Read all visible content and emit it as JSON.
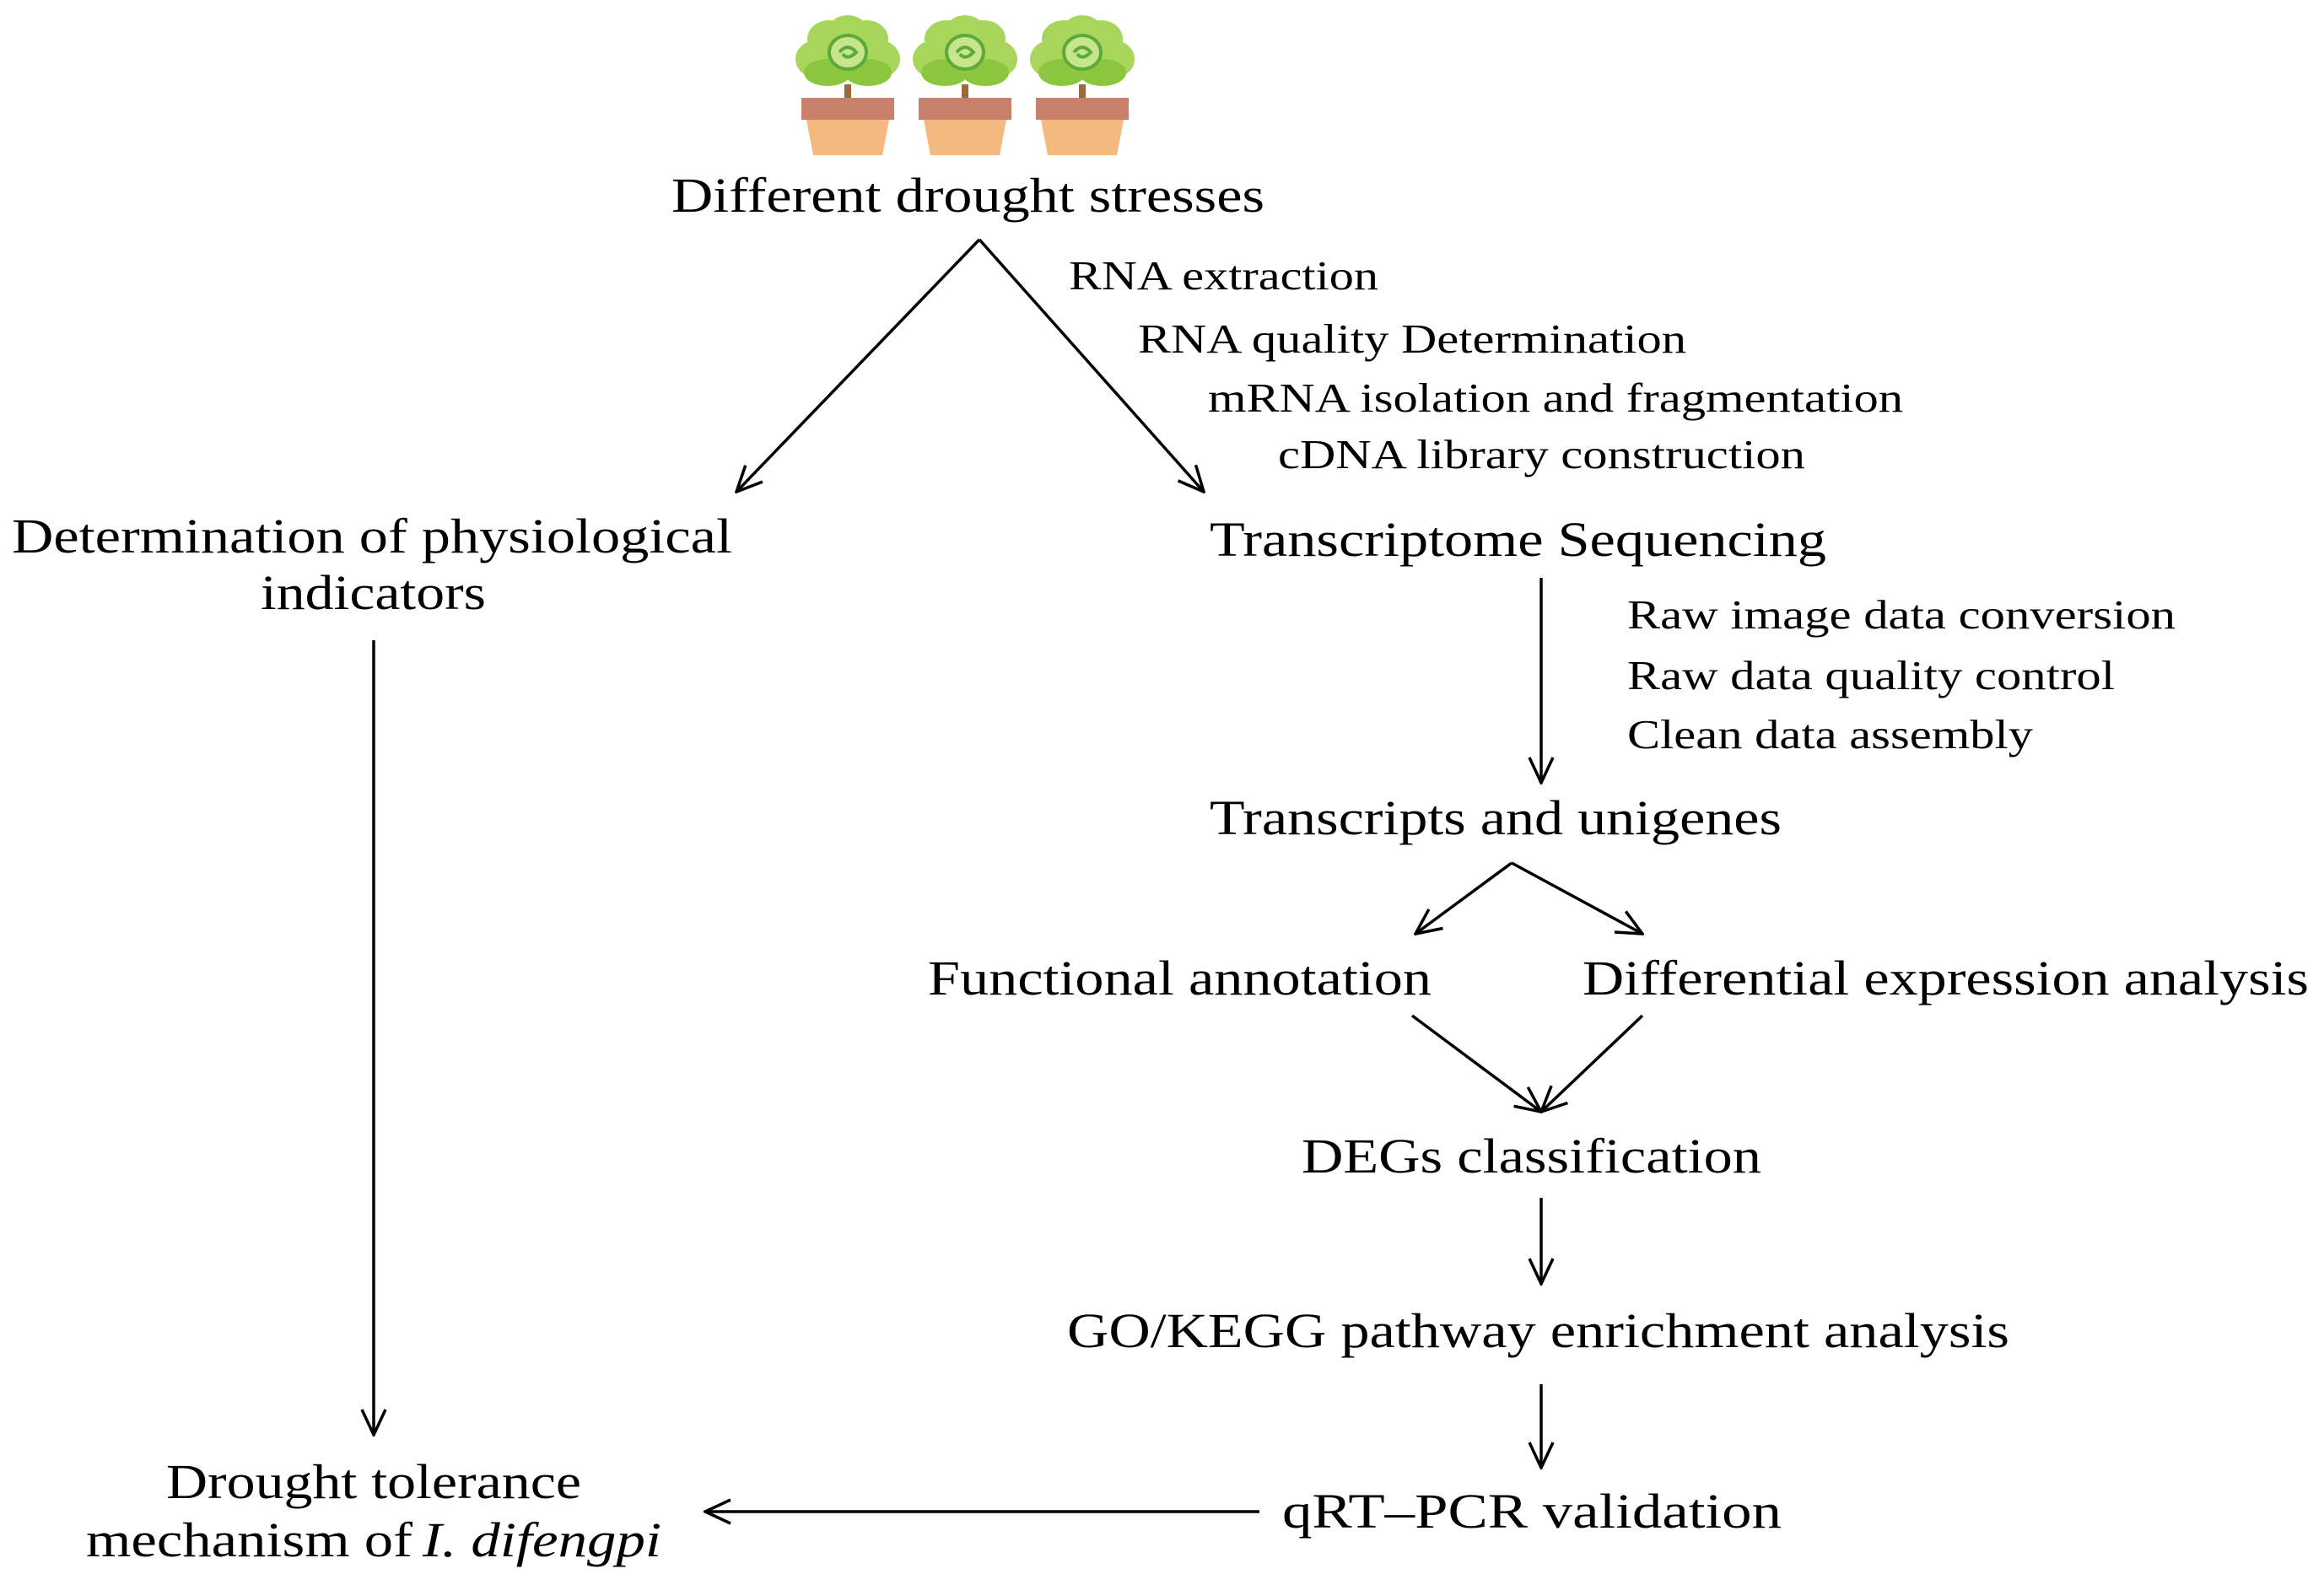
{
  "nodes": {
    "start": "Different drought stresses",
    "physiology": {
      "line1": "Determination of physiological",
      "line2": "indicators"
    },
    "sequencing": "Transcriptome Sequencing",
    "transcripts": "Transcripts and unigenes",
    "functional_annotation": "Functional annotation",
    "differential_expression": "Differential expression analysis",
    "degs": "DEGs classification",
    "enrichment": "GO/KEGG pathway enrichment analysis",
    "validation": "qRT–PCR validation",
    "mechanism": {
      "line1": "Drought tolerance",
      "line2_prefix": "mechanism of",
      "line2_species": "I. difengpi"
    }
  },
  "steps": {
    "library_prep": [
      "RNA extraction",
      "RNA quality Determination",
      "mRNA isolation and fragmentation",
      "cDNA library construction"
    ],
    "data_processing": [
      "Raw image data conversion",
      "Raw data quality control",
      "Clean data assembly"
    ]
  },
  "icons": {
    "plant": "potted-plant-icon",
    "arrow_head": "open-arrowhead"
  },
  "colors": {
    "leaf_outer": "#a8d55b",
    "leaf_front": "#8cc63f",
    "leaf_inner": "#c7e58a",
    "leaf_edge": "#5daa3b",
    "stem": "#9b6a3a",
    "pot_rim": "#c8806a",
    "pot_body": "#f4b97e",
    "ink": "#000000"
  }
}
